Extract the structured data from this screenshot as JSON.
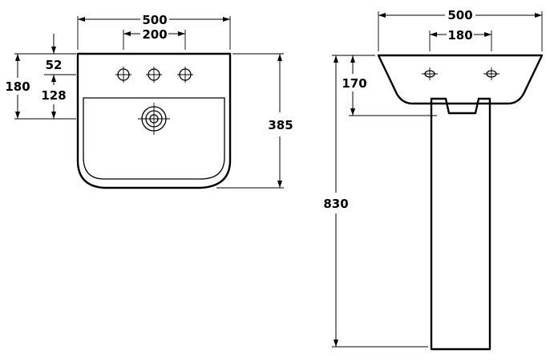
{
  "top_view": {
    "overall_width": "500",
    "tap_hole_spacing": "200",
    "overall_depth": "385",
    "overall_bowl_offset": "180",
    "tap_hole_offset": "52",
    "waste_offset": "128",
    "tap_hole_count": 3
  },
  "front_view": {
    "overall_width": "500",
    "tap_hole_spacing": "180",
    "basin_height": "170",
    "overall_height": "830",
    "tap_hole_count": 2
  },
  "colors": {
    "line": "#000000",
    "background": "#ffffff"
  }
}
